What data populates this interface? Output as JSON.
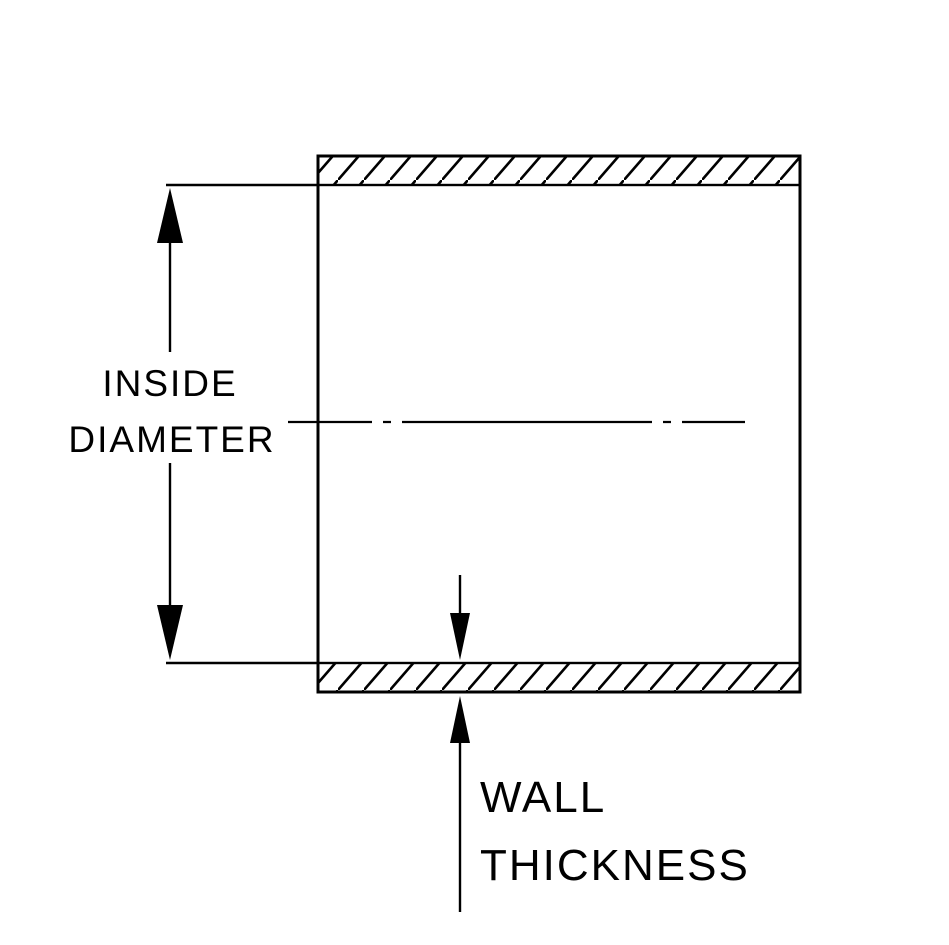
{
  "diagram": {
    "labels": {
      "inside_diameter": [
        "INSIDE",
        "DIAMETER"
      ],
      "wall_thickness": [
        "WALL",
        "THICKNESS"
      ]
    },
    "colors": {
      "line": "#000000",
      "background": "#ffffff"
    }
  }
}
